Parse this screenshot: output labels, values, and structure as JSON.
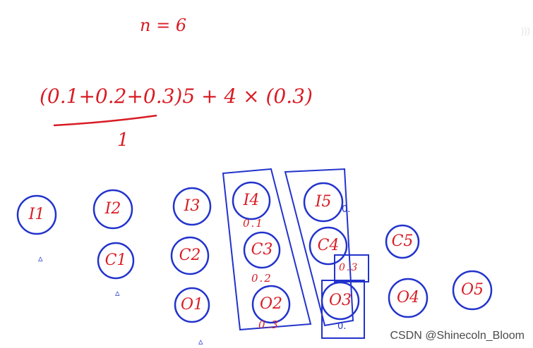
{
  "header": {
    "n_eq": "n = 6"
  },
  "formula": {
    "numerator": "(0.1+0.2+0.3)5 + 4 × (0.3)",
    "denominator": "1"
  },
  "nodes": [
    {
      "label": "I1"
    },
    {
      "label": "I2"
    },
    {
      "label": "I3"
    },
    {
      "label": "I4"
    },
    {
      "label": "I5"
    },
    {
      "label": "C1"
    },
    {
      "label": "C2"
    },
    {
      "label": "C3"
    },
    {
      "label": "C4"
    },
    {
      "label": "C5"
    },
    {
      "label": "O1"
    },
    {
      "label": "O2"
    },
    {
      "label": "O3"
    },
    {
      "label": "O4"
    },
    {
      "label": "O5"
    }
  ],
  "notes": {
    "i4": "0.1",
    "c3": "0.2",
    "o2": "0.3",
    "c4_box": "0.3"
  },
  "blue_marks": {
    "i5_side": "0.",
    "o3_below": "0.",
    "mark_c1": "▵",
    "mark_c2": "▵",
    "mark_o1": "▵"
  },
  "watermarks": {
    "csdn": "CSDN @Shinecoln_Bloom",
    "corner": ")))"
  },
  "colors": {
    "ink_red": "#d81c24",
    "ink_blue": "#2233cc"
  }
}
